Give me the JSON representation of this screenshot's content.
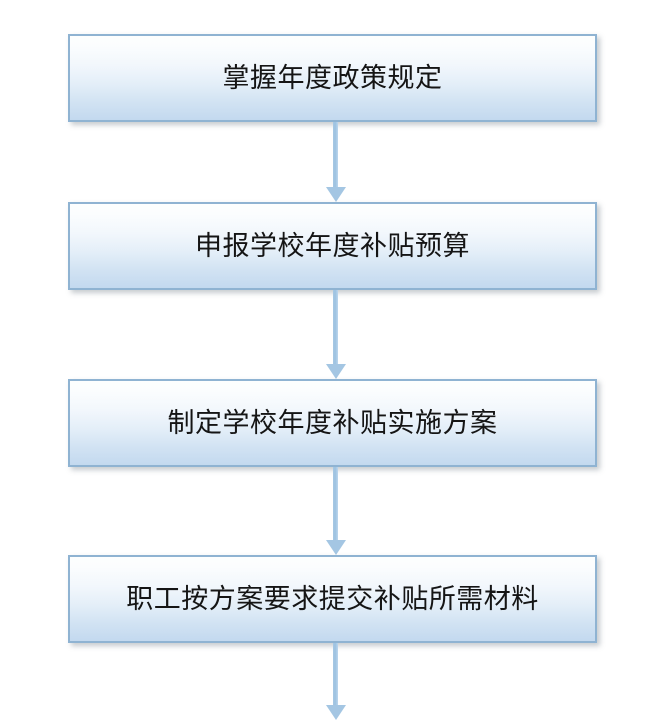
{
  "diagram": {
    "type": "flowchart",
    "orientation": "vertical-top-to-bottom",
    "background_color": "#ffffff",
    "node_border_color": "#8fb3d2",
    "node_fill_top_color": "#fdfefe",
    "node_fill_bottom_color": "#c3d9ef",
    "connector_color": "#a4c6e3",
    "text_color": "#151515",
    "nodes": [
      {
        "id": "node-0",
        "label": "掌握年度政策规定",
        "shape": "rectangle"
      },
      {
        "id": "node-1",
        "label": "申报学校年度补贴预算",
        "shape": "rectangle"
      },
      {
        "id": "node-2",
        "label": "制定学校年度补贴实施方案",
        "shape": "rectangle"
      },
      {
        "id": "node-3",
        "label": "职工按方案要求提交补贴所需材料",
        "shape": "rectangle"
      }
    ],
    "connectors": [
      {
        "id": "connector-0",
        "from": "node-0",
        "to": "node-1",
        "arrow": "down-arrow-icon"
      },
      {
        "id": "connector-1",
        "from": "node-1",
        "to": "node-2",
        "arrow": "down-arrow-icon"
      },
      {
        "id": "connector-2",
        "from": "node-2",
        "to": "node-3",
        "arrow": "down-arrow-icon"
      },
      {
        "id": "connector-3",
        "from": "node-3",
        "to": "",
        "arrow": "down-arrow-icon"
      }
    ]
  }
}
